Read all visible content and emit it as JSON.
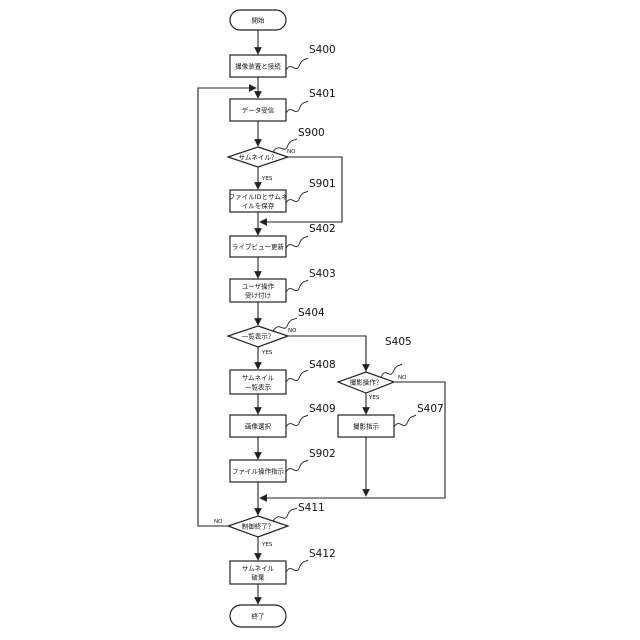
{
  "nodes": {
    "start": {
      "lines": [
        "開始"
      ]
    },
    "s400": {
      "lines": [
        "撮像装置と接続"
      ]
    },
    "s401": {
      "lines": [
        "データ受信"
      ]
    },
    "s900": {
      "lines": [
        "サムネイル？"
      ]
    },
    "s901": {
      "lines": [
        "ファイルIDとサムネ",
        "イルを保存"
      ]
    },
    "s402": {
      "lines": [
        "ライブビュー更新"
      ]
    },
    "s403": {
      "lines": [
        "ユーザ操作",
        "受け付け"
      ]
    },
    "s404": {
      "lines": [
        "一覧表示？"
      ]
    },
    "s405": {
      "lines": [
        "撮影操作？"
      ]
    },
    "s408": {
      "lines": [
        "サムネイル",
        "一覧表示"
      ]
    },
    "s409": {
      "lines": [
        "画像選択"
      ]
    },
    "s407": {
      "lines": [
        "撮影指示"
      ]
    },
    "s902": {
      "lines": [
        "ファイル操作指示"
      ]
    },
    "s411": {
      "lines": [
        "制御終了？"
      ]
    },
    "s412": {
      "lines": [
        "サムネイル",
        "破棄"
      ]
    },
    "end": {
      "lines": [
        "終了"
      ]
    }
  },
  "step_labels": {
    "s400": "S400",
    "s401": "S401",
    "s900": "S900",
    "s901": "S901",
    "s402": "S402",
    "s403": "S403",
    "s404": "S404",
    "s405": "S405",
    "s408": "S408",
    "s409": "S409",
    "s407": "S407",
    "s902": "S902",
    "s411": "S411",
    "s412": "S412"
  },
  "branches": {
    "s900_yes": "YES",
    "s900_no": "NO",
    "s404_yes": "YES",
    "s404_no": "NO",
    "s405_yes": "YES",
    "s405_no": "NO",
    "s411_yes": "YES",
    "s411_no": "NO"
  }
}
